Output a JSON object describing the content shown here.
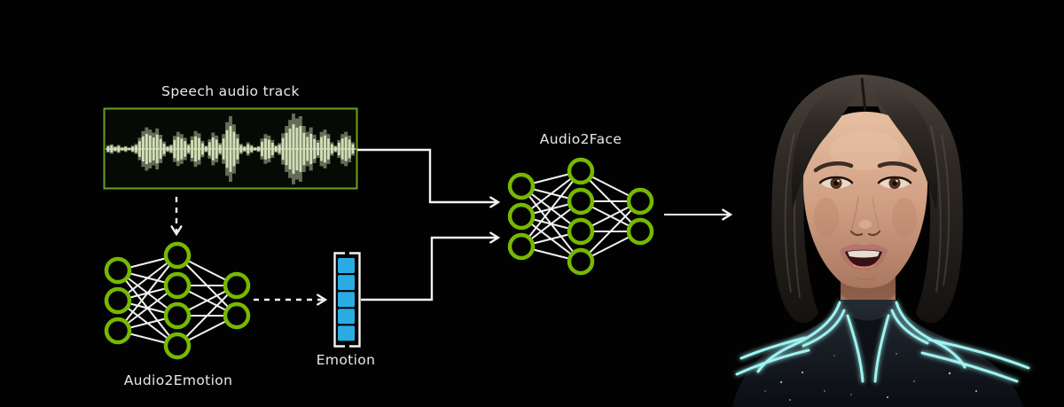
{
  "palette": {
    "green": "#76b900",
    "box_border_green": "#6aa01f",
    "waveform_green": "#d7e5bd",
    "line_white": "#f2f2f2",
    "emotion_blue": "#2aabe3",
    "glow_cyan": "#9df3f0"
  },
  "pipeline": {
    "speech_track": {
      "label": "Speech audio track"
    },
    "waveform": {
      "amplitudes": [
        0.1,
        0.13,
        0.07,
        0.11,
        0.05,
        0.08,
        0.04,
        0.09,
        0.14,
        0.3,
        0.48,
        0.58,
        0.52,
        0.44,
        0.55,
        0.38,
        0.2,
        0.08,
        0.12,
        0.35,
        0.46,
        0.4,
        0.3,
        0.14,
        0.34,
        0.48,
        0.42,
        0.22,
        0.09,
        0.26,
        0.44,
        0.36,
        0.16,
        0.4,
        0.72,
        0.88,
        0.66,
        0.4,
        0.14,
        0.08,
        0.18,
        0.11,
        0.05,
        0.08,
        0.28,
        0.4,
        0.36,
        0.24,
        0.1,
        0.16,
        0.42,
        0.62,
        0.78,
        0.95,
        0.82,
        0.88,
        0.62,
        0.46,
        0.58,
        0.38,
        0.24,
        0.46,
        0.52,
        0.4,
        0.18,
        0.09,
        0.24,
        0.4,
        0.46,
        0.36,
        0.18
      ]
    },
    "audio2emotion": {
      "label": "Audio2Emotion",
      "layers": [
        3,
        4,
        2
      ]
    },
    "emotion_vector": {
      "label": "Emotion",
      "cells": 5
    },
    "audio2face": {
      "label": "Audio2Face",
      "layers": [
        3,
        4,
        2
      ]
    }
  }
}
